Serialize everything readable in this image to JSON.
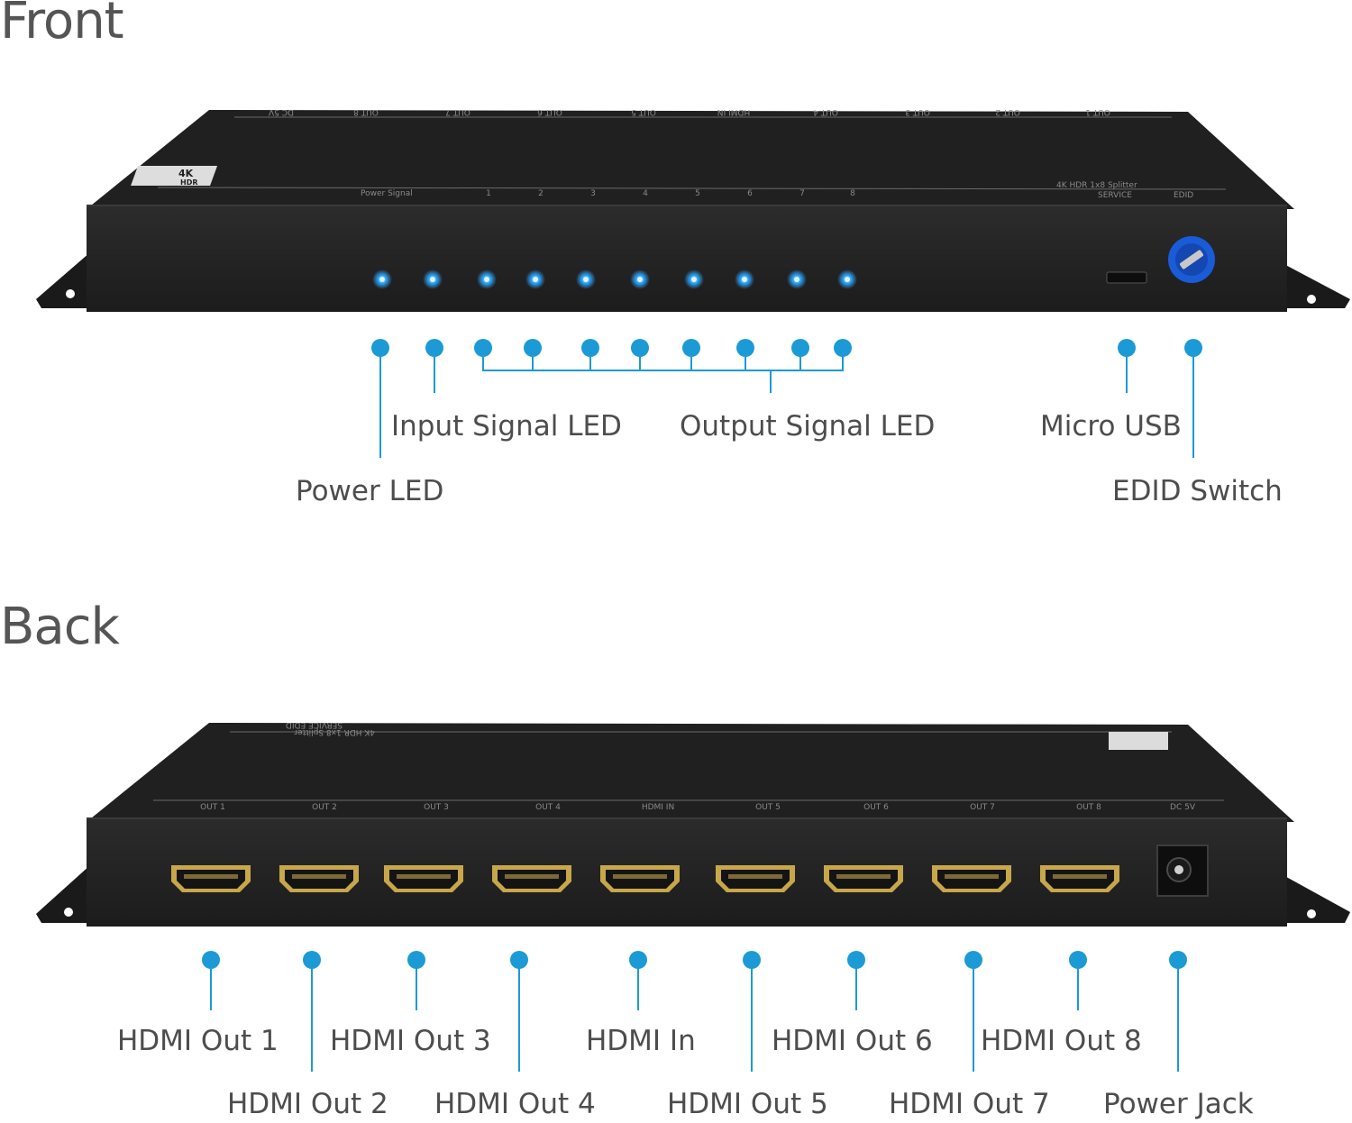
{
  "sections": {
    "front": "Front",
    "back": "Back"
  },
  "front_device": {
    "badge_4k": "4K",
    "badge_hdr": "HDR",
    "model_label": "4K HDR 1x8 Splitter",
    "service_label": "SERVICE",
    "edid_label": "EDID",
    "power_signal_label": "Power  Signal",
    "led_numbers": [
      "1",
      "2",
      "3",
      "4",
      "5",
      "6",
      "7",
      "8"
    ],
    "top_edge_labels": [
      "DC 5V",
      "OUT 8",
      "OUT 7",
      "OUT 6",
      "OUT 5",
      "HDMI IN",
      "OUT 4",
      "OUT 3",
      "OUT 2",
      "OUT 1"
    ],
    "led_count": 10
  },
  "back_device": {
    "port_labels": [
      "OUT 1",
      "OUT 2",
      "OUT 3",
      "OUT 4",
      "HDMI IN",
      "OUT 5",
      "OUT 6",
      "OUT 7",
      "OUT 8",
      "DC 5V"
    ],
    "model_label_mirrored": "4K HDR 1x8 Splitter",
    "service_edid_mirrored": "SERVICE  EDID"
  },
  "front_callouts": {
    "power_led": "Power LED",
    "input_signal_led": "Input Signal LED",
    "output_signal_led": "Output Signal LED",
    "micro_usb": "Micro USB",
    "edid_switch": "EDID Switch"
  },
  "back_callouts": {
    "hdmi_out_1": "HDMI Out 1",
    "hdmi_out_2": "HDMI Out 2",
    "hdmi_out_3": "HDMI Out 3",
    "hdmi_out_4": "HDMI Out 4",
    "hdmi_in": "HDMI In",
    "hdmi_out_5": "HDMI Out 5",
    "hdmi_out_6": "HDMI Out 6",
    "hdmi_out_7": "HDMI Out 7",
    "hdmi_out_8": "HDMI Out 8",
    "power_jack": "Power Jack"
  },
  "colors": {
    "accent": "#1c9ad6",
    "device_body": "#242424",
    "device_top": "#1f1f1f",
    "led_glow": "#27a4ff",
    "connector_gold": "#c8a64a",
    "edid_knob": "#1a5bd8"
  }
}
